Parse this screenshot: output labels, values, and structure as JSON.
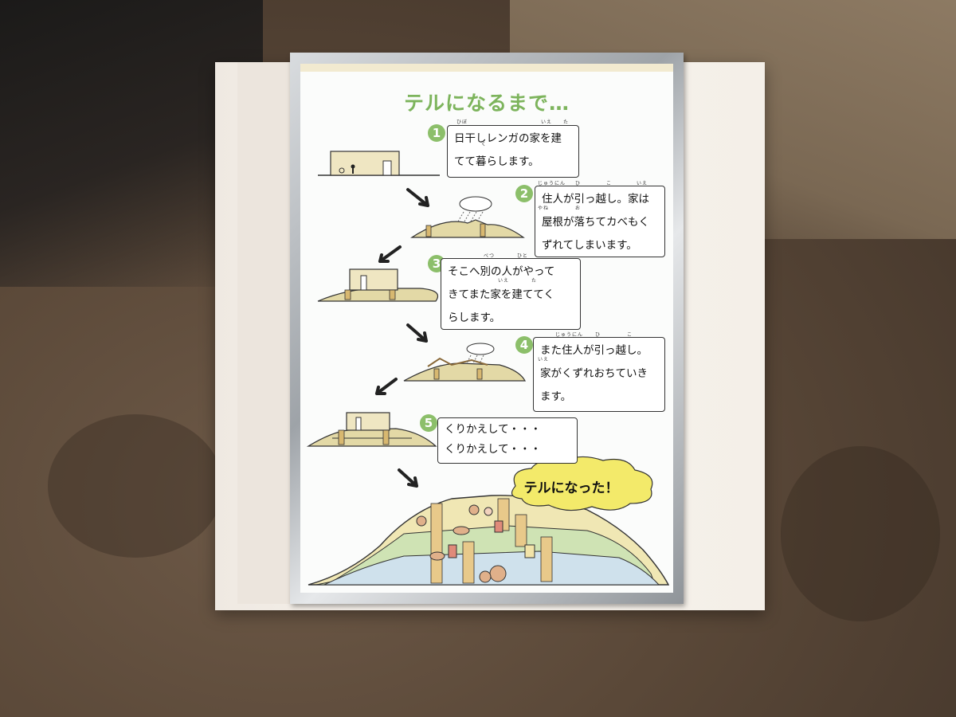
{
  "poster": {
    "title": "テルになるまで…",
    "steps": [
      {
        "num": "1",
        "lines": [
          "日干しレンガの家を建",
          "てて暮らします。"
        ],
        "furigana": [
          "ひぼ",
          "いえ",
          "た",
          "く"
        ]
      },
      {
        "num": "2",
        "lines": [
          "住人が引っ越し。家は",
          "屋根が落ちてカベもく",
          "ずれてしまいます。"
        ],
        "furigana": [
          "じゅうにん",
          "ひ",
          "こ",
          "いえ",
          "やね",
          "お"
        ]
      },
      {
        "num": "3",
        "lines": [
          "そこへ別の人がやって",
          "きてまた家を建ててく",
          "らします。"
        ],
        "furigana": [
          "べつ",
          "ひと",
          "いえ",
          "た"
        ]
      },
      {
        "num": "4",
        "lines": [
          "また住人が引っ越し。",
          "家がくずれおちていき",
          "ます。"
        ],
        "furigana": [
          "じゅうにん",
          "ひ",
          "こ",
          "いえ"
        ]
      },
      {
        "num": "5",
        "lines": [
          "くりかえして・・・",
          "くりかえして・・・"
        ],
        "furigana": []
      }
    ],
    "final_label": "テルになった！"
  },
  "colors": {
    "title_green": "#7db45c",
    "badge_green": "#8cbf6a",
    "mound_tan": "#e3d9a6",
    "layer_green": "#cfe3b4",
    "layer_blue": "#cfe1ec",
    "cloud_yellow": "#f3ea6a"
  }
}
